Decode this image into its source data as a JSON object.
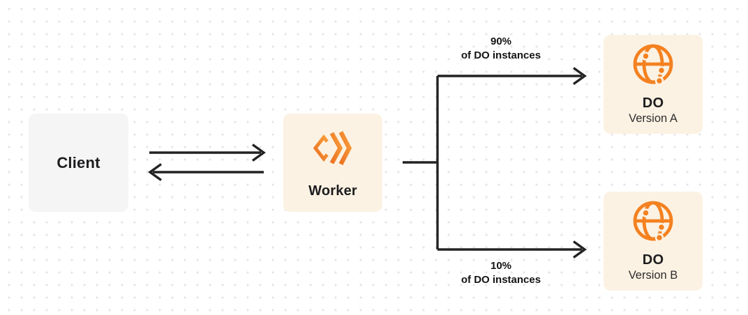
{
  "nodes": {
    "client": {
      "label": "Client"
    },
    "worker": {
      "label": "Worker",
      "icon": "cloudflare-workers-icon"
    },
    "do_version_a": {
      "title": "DO",
      "subtitle": "Version A",
      "icon": "durable-object-globe-icon"
    },
    "do_version_b": {
      "title": "DO",
      "subtitle": "Version B",
      "icon": "durable-object-globe-icon"
    }
  },
  "edges": {
    "worker_to_do_a": {
      "label_line1": "90%",
      "label_line2": "of DO instances"
    },
    "worker_to_do_b": {
      "label_line1": "10%",
      "label_line2": "of DO instances"
    }
  },
  "colors": {
    "accent_orange": "#F48120",
    "accent_orange_light": "#F89E3B",
    "node_fill_peach": "#FCF2E3",
    "node_fill_gray": "#F5F5F6",
    "connector_dark": "#222222",
    "text_dark": "#1D1D1F",
    "dot_grid": "#E5E5E8",
    "background": "#FFFFFF"
  }
}
